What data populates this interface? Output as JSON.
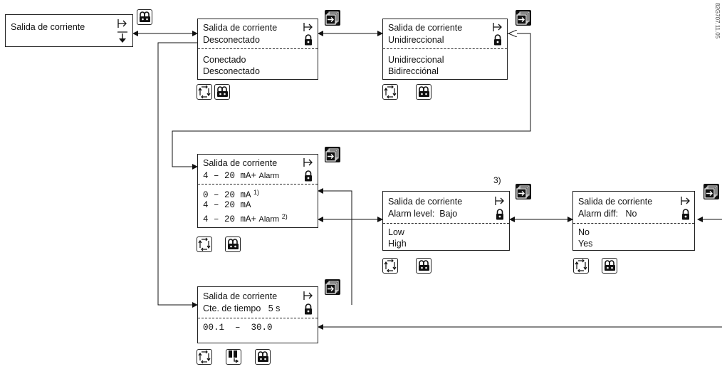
{
  "watermark": "82G707.11.05",
  "footnote_3": "3)",
  "start_box": {
    "line1": "Salida de corriente"
  },
  "box_connected": {
    "title": "Salida de corriente",
    "value": "Desconectado",
    "options": [
      "Conectado",
      "Desconectado"
    ]
  },
  "box_direction": {
    "title": "Salida de corriente",
    "value": "Unidireccional",
    "options": [
      "Unidireccional",
      "Bidirecciónal"
    ]
  },
  "box_range": {
    "title": "Salida de corriente",
    "value_num": "4 – 20 mA+",
    "value_suffix": "Alarm",
    "options": [
      {
        "num": "0 – 20 mA",
        "suffix": "",
        "note": "1)"
      },
      {
        "num": "4 – 20 mA",
        "suffix": "",
        "note": ""
      },
      {
        "num": "4 – 20 mA+",
        "suffix": "Alarm",
        "note": "2)"
      }
    ]
  },
  "box_alarm_level": {
    "title": "Salida de corriente",
    "value": "Alarm level:  Bajo",
    "options": [
      "Low",
      "High"
    ]
  },
  "box_alarm_diff": {
    "title": "Salida de corriente",
    "value": "Alarm diff:   No",
    "options": [
      "No",
      "Yes"
    ]
  },
  "box_time": {
    "title": "Salida de corriente",
    "value": "Cte. de tiempo   5 s",
    "option": "00.1  –  30.0"
  },
  "icons": {
    "enter": "enter-icon",
    "lock": "padlock-icon",
    "unlock": "unlock-key-icon",
    "navigate": "navigate-arrows-icon",
    "cursor": "cursor-shift-icon",
    "down": "down-arrow-icon"
  }
}
